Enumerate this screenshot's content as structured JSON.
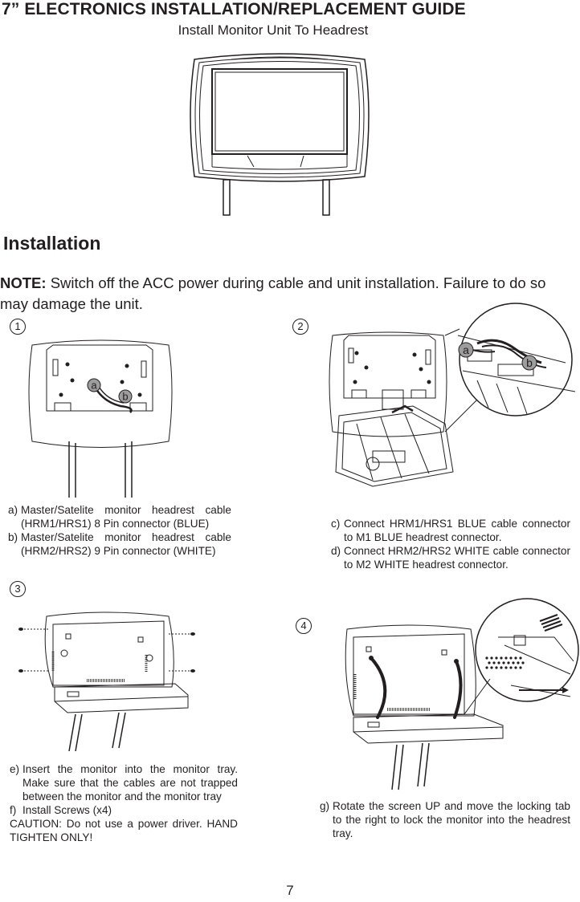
{
  "header": {
    "title": "7” ELECTRONICS INSTALLATION/REPLACEMENT GUIDE",
    "subtitle": "Install Monitor Unit To Headrest"
  },
  "section_title": "Installation",
  "note": {
    "label": "NOTE:",
    "text": " Switch off the ACC power during cable and unit installation. Failure to do so may damage the unit."
  },
  "steps": [
    {
      "number": "1",
      "callouts": [
        "a",
        "b"
      ],
      "captions": [
        {
          "label": "a)",
          "text": "Master/Satelite  monitor  headrest  cable (HRM1/HRS1) 8 Pin connector (BLUE)"
        },
        {
          "label": "b)",
          "text": "Master/Satelite  monitor  headrest  cable (HRM2/HRS2) 9 Pin connector (WHITE)"
        }
      ]
    },
    {
      "number": "2",
      "callouts": [
        "a",
        "b"
      ],
      "captions": [
        {
          "label": "c)",
          "text": "Connect HRM1/HRS1 BLUE cable connector to M1 BLUE headrest connector."
        },
        {
          "label": "d)",
          "text": "Connect HRM2/HRS2 WHITE cable connector to M2 WHITE headrest connector."
        }
      ]
    },
    {
      "number": "3",
      "captions": [
        {
          "label": "e)",
          "text": "Insert the monitor into the monitor tray. Make sure that the cables are not trapped between the monitor and the monitor tray"
        },
        {
          "label": "f)",
          "text": "Install Screws (x4)"
        }
      ],
      "caution": "CAUTION: Do not use a power driver. HAND TIGHTEN ONLY!"
    },
    {
      "number": "4",
      "captions": [
        {
          "label": "g)",
          "text": "Rotate the screen UP and move the locking tab to the right to lock the monitor into the headrest tray."
        }
      ]
    }
  ],
  "page_number": "7"
}
